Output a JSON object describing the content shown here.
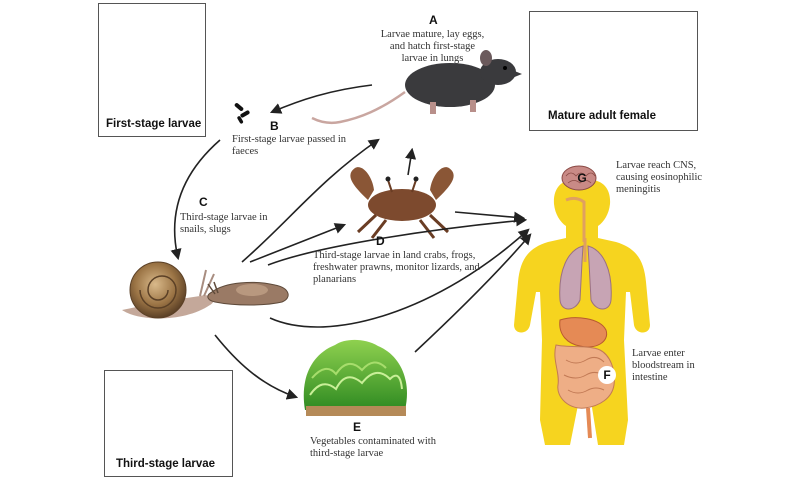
{
  "boxes": {
    "first_stage": "First-stage larvae",
    "mature_adult": "Mature adult female",
    "third_stage": "Third-stage larvae"
  },
  "steps": {
    "a": {
      "letter": "A",
      "text": "Larvae mature, lay eggs, and hatch first-stage larvae in lungs"
    },
    "b": {
      "letter": "B",
      "text": "First-stage larvae passed in faeces"
    },
    "c": {
      "letter": "C",
      "text": "Third-stage larvae in snails, slugs"
    },
    "d": {
      "letter": "D",
      "text": "Third-stage larvae in land crabs, frogs, freshwater prawns, monitor lizards, and planarians"
    },
    "e": {
      "letter": "E",
      "text": "Vegetables contaminated with third-stage larvae"
    },
    "f": {
      "letter": "F",
      "text": "Larvae enter bloodstream in intestine"
    },
    "g": {
      "letter": "G",
      "text": "Larvae reach CNS, causing eosinophilic meningitis"
    }
  },
  "colors": {
    "human_body": "#f6d41f",
    "arrow": "#222222",
    "box_border": "#555555"
  }
}
